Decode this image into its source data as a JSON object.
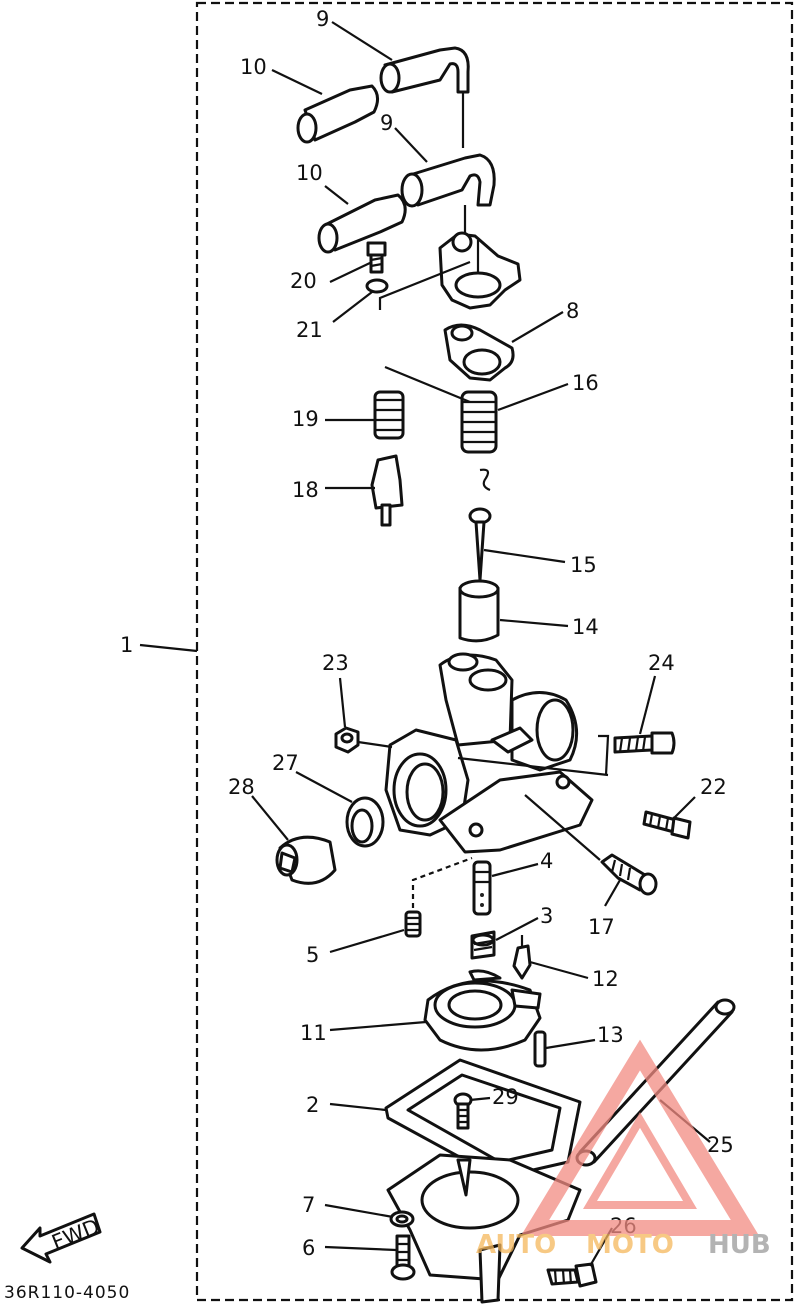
{
  "callouts": {
    "p1": "1",
    "p2": "2",
    "p3": "3",
    "p4": "4",
    "p5": "5",
    "p6": "6",
    "p7": "7",
    "p8": "8",
    "p9a": "9",
    "p9b": "9",
    "p10a": "10",
    "p10b": "10",
    "p11": "11",
    "p12": "12",
    "p13": "13",
    "p14": "14",
    "p15": "15",
    "p16": "16",
    "p17": "17",
    "p18": "18",
    "p19": "19",
    "p20": "20",
    "p21": "21",
    "p22": "22",
    "p23": "23",
    "p24": "24",
    "p25": "25",
    "p26": "26",
    "p27": "27",
    "p28": "28",
    "p29": "29"
  },
  "fwd_label": "FWD",
  "drawing_code": "36R110-4050",
  "watermark": {
    "auto": "AUTO",
    "moto": "MOTO",
    "hub": "HUB"
  },
  "colors": {
    "line": "#111111",
    "watermark_red": "#f28b82",
    "watermark_orange": "#f5b75c",
    "watermark_grey": "#9a9a9a"
  }
}
